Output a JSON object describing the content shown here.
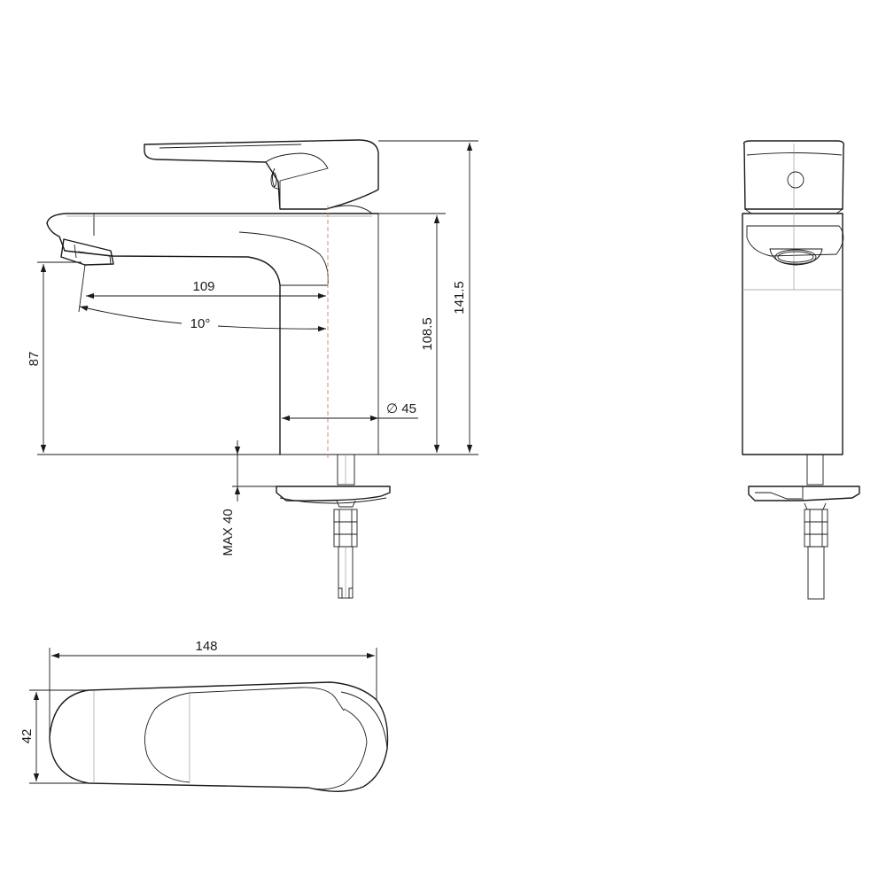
{
  "dimensions": {
    "total_height": "141.5",
    "spout_height": "108.5",
    "outlet_height": "87",
    "spout_reach": "109",
    "spout_angle": "10°",
    "body_diameter": "∅ 45",
    "max_deck": "MAX 40",
    "top_length": "148",
    "top_width": "42"
  }
}
